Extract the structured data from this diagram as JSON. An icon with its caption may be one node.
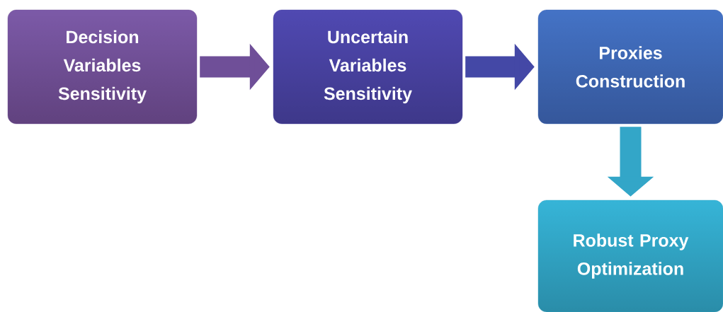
{
  "diagram": {
    "nodes": [
      {
        "text": [
          "Decision Variables Sensitivity"
        ]
      },
      {
        "text": [
          "Uncertain Variables Sensitivity"
        ]
      },
      {
        "text": [
          "Proxies Construction"
        ]
      },
      {
        "text": [
          "Robust Proxy Optimization"
        ]
      }
    ],
    "edges": [
      {
        "from": 0,
        "to": 1,
        "arrow": "to",
        "color": "#6f4f98"
      },
      {
        "from": 1,
        "to": 2,
        "arrow": "to",
        "color": "#4448a6"
      },
      {
        "from": 2,
        "to": 3,
        "arrow": "to",
        "color": "#33a6c8"
      }
    ]
  }
}
